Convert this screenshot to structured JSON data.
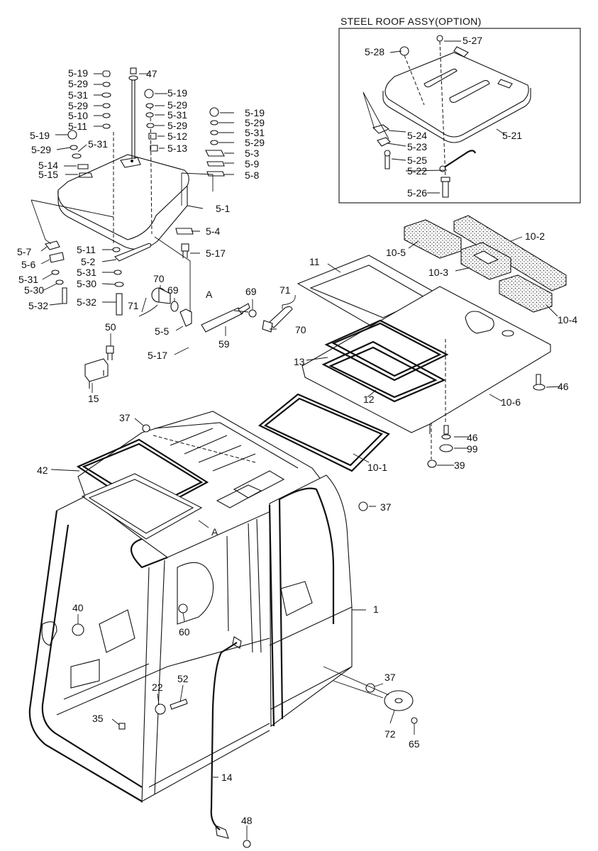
{
  "inset_title": "STEEL ROOF ASSY(OPTION)",
  "labels": {
    "l_5_19a": "5-19",
    "l_47": "47",
    "l_5_29a": "5-29",
    "l_5_31a": "5-31",
    "l_5_29b": "5-29",
    "l_5_10": "5-10",
    "l_5_11a": "5-11",
    "l_5_19b": "5-19",
    "l_5_29c": "5-29",
    "l_5_31b": "5-31",
    "l_5_14": "5-14",
    "l_5_15": "5-15",
    "l_5_19c": "5-19",
    "l_5_29d": "5-29",
    "l_5_31c": "5-31",
    "l_5_29e": "5-29",
    "l_5_12": "5-12",
    "l_5_13": "5-13",
    "l_5_19d": "5-19",
    "l_5_29f": "5-29",
    "l_5_31d": "5-31",
    "l_5_29g": "5-29",
    "l_5_3": "5-3",
    "l_5_9": "5-9",
    "l_5_8": "5-8",
    "l_5_1": "5-1",
    "l_5_4": "5-4",
    "l_5_17a": "5-17",
    "l_5_7": "5-7",
    "l_5_6": "5-6",
    "l_5_31e": "5-31",
    "l_5_30a": "5-30",
    "l_5_32a": "5-32",
    "l_5_11b": "5-11",
    "l_5_2": "5-2",
    "l_5_31f": "5-31",
    "l_5_30b": "5-30",
    "l_5_32b": "5-32",
    "l_70a": "70",
    "l_69a": "69",
    "l_71a": "71",
    "l_5_5": "5-5",
    "l_A1": "A",
    "l_69b": "69",
    "l_71b": "71",
    "l_70b": "70",
    "l_59": "59",
    "l_5_17b": "5-17",
    "l_50": "50",
    "l_15": "15",
    "l_5_28": "5-28",
    "l_5_27": "5-27",
    "l_5_24": "5-24",
    "l_5_23": "5-23",
    "l_5_25": "5-25",
    "l_5_22": "5-22",
    "l_5_21": "5-21",
    "l_5_26": "5-26",
    "l_10_2": "10-2",
    "l_10_5": "10-5",
    "l_11": "11",
    "l_10_3": "10-3",
    "l_10_4": "10-4",
    "l_13": "13",
    "l_12": "12",
    "l_46a": "46",
    "l_10_6": "10-6",
    "l_46b": "46",
    "l_99": "99",
    "l_39": "39",
    "l_37a": "37",
    "l_10_1": "10-1",
    "l_42": "42",
    "l_37b": "37",
    "l_A2": "A",
    "l_1": "1",
    "l_40": "40",
    "l_60": "60",
    "l_37c": "37",
    "l_22": "22",
    "l_52": "52",
    "l_35": "35",
    "l_72": "72",
    "l_65": "65",
    "l_14": "14",
    "l_48": "48"
  }
}
